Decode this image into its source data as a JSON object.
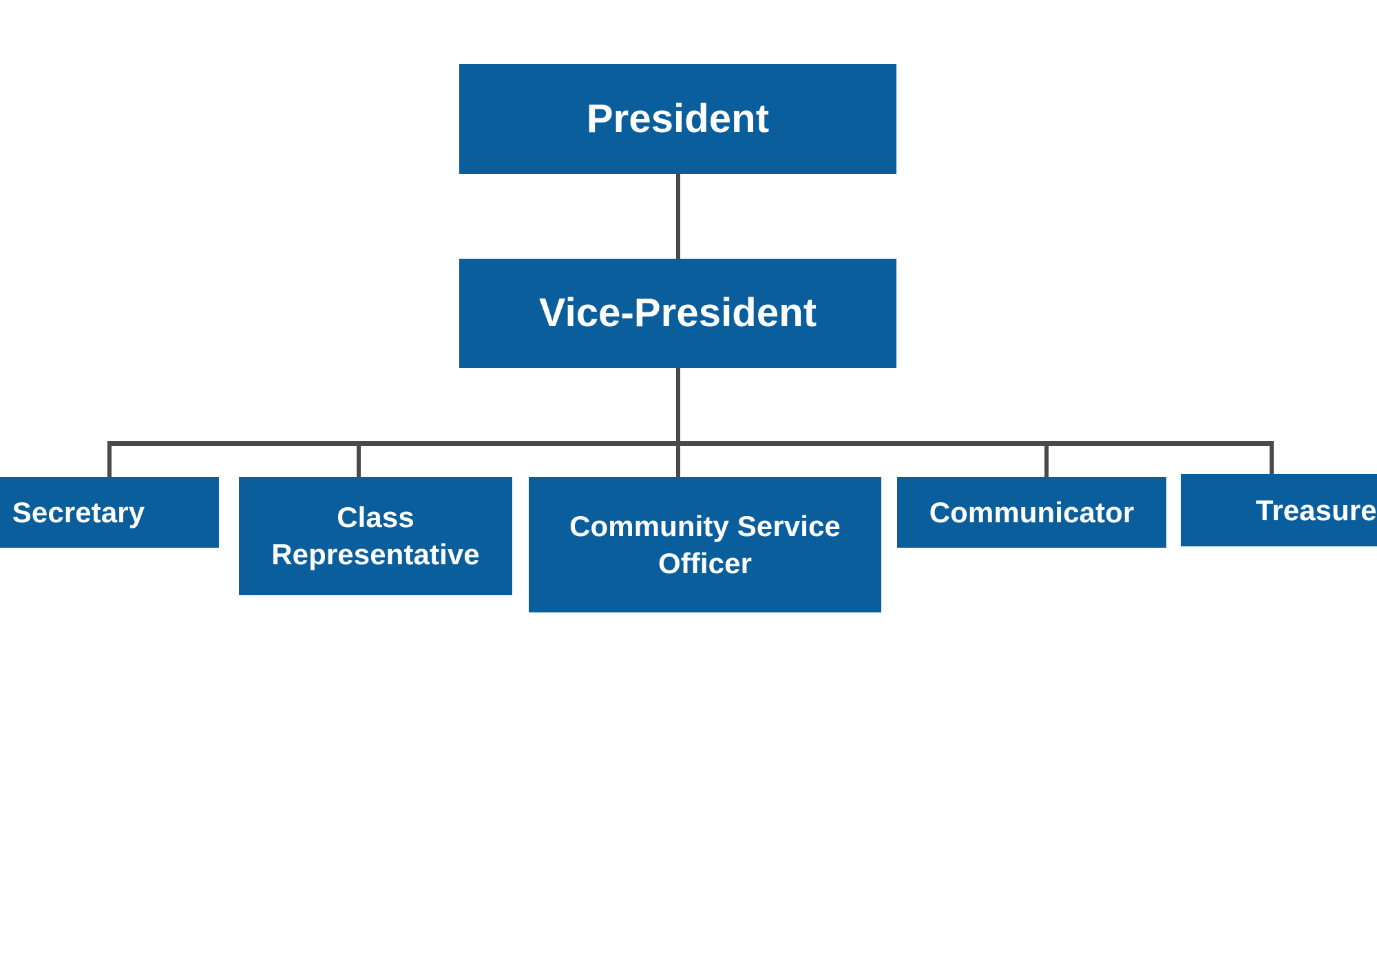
{
  "chart_data": {
    "type": "diagram",
    "diagram_kind": "organizational-chart",
    "title": "",
    "orientation": "top-down",
    "theme": {
      "node_fill": "#0A5E9C",
      "node_text": "#FFFFFF",
      "connector": "#4A4A4A",
      "background": "#FFFFFF"
    },
    "nodes": [
      {
        "id": "president",
        "label": "President",
        "level": 0
      },
      {
        "id": "vice-president",
        "label": "Vice-President",
        "level": 1
      },
      {
        "id": "secretary",
        "label": "Secretary",
        "level": 2
      },
      {
        "id": "class-representative",
        "label": "Class Representative",
        "level": 2
      },
      {
        "id": "community-service-officer",
        "label": "Community Service Officer",
        "level": 2
      },
      {
        "id": "communicator",
        "label": "Communicator",
        "level": 2
      },
      {
        "id": "treasurer",
        "label": "Treasurer",
        "level": 2
      }
    ],
    "edges": [
      {
        "from": "president",
        "to": "vice-president"
      },
      {
        "from": "vice-president",
        "to": "secretary"
      },
      {
        "from": "vice-president",
        "to": "class-representative"
      },
      {
        "from": "vice-president",
        "to": "community-service-officer"
      },
      {
        "from": "vice-president",
        "to": "communicator"
      },
      {
        "from": "vice-president",
        "to": "treasurer"
      }
    ]
  },
  "chart": {
    "nodes": {
      "president": "President",
      "vice_president": "Vice-President",
      "secretary": "Secretary",
      "class_representative": "Class Representative",
      "community_service_officer": "Community Service Officer",
      "communicator": "Communicator",
      "treasurer": "Treasurer"
    }
  }
}
